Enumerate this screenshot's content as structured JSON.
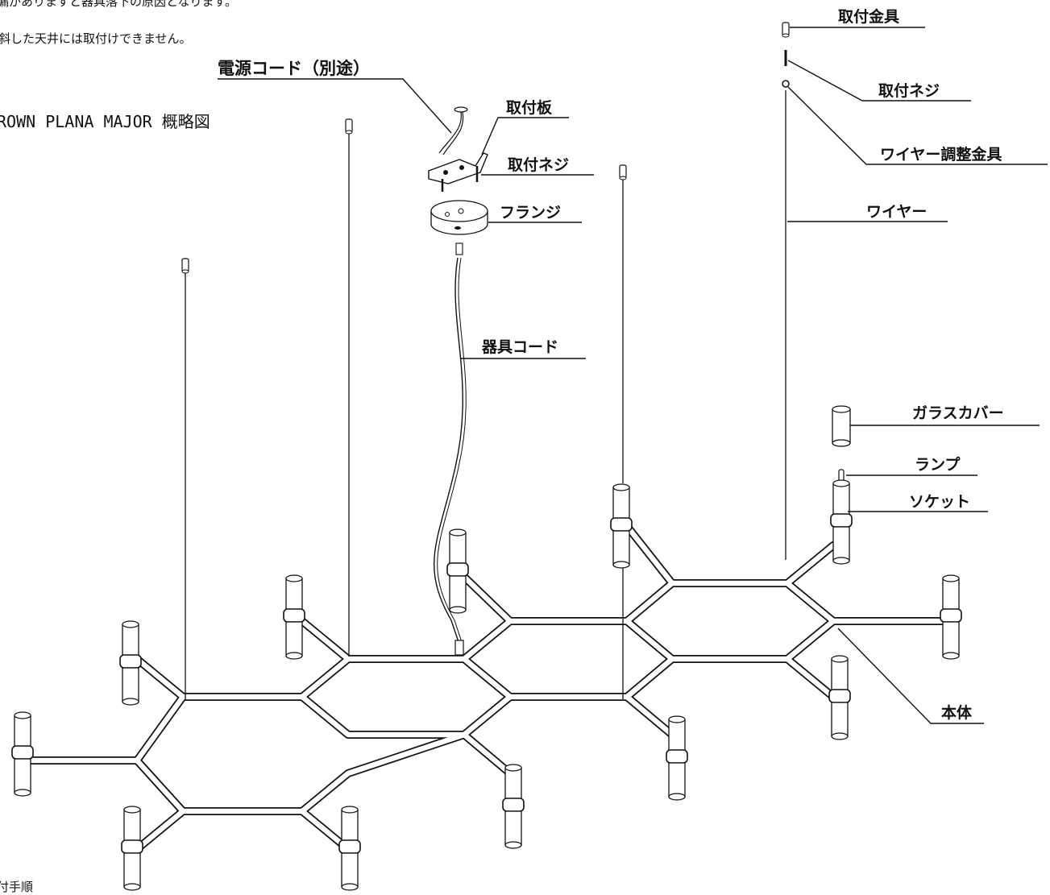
{
  "notes": {
    "line1": "漏がありますと器具落下の原因となります。",
    "line2": "斜した天井には取付けできません。",
    "bottom": "付手順"
  },
  "title": "ROWN PLANA MAJOR 概略図",
  "labels": {
    "mounting_hardware": "取付金具",
    "mounting_screw_top": "取付ネジ",
    "wire_adjuster": "ワイヤー調整金具",
    "wire": "ワイヤー",
    "power_cord": "電源コード（別途）",
    "mounting_plate": "取付板",
    "mounting_screw": "取付ネジ",
    "flange": "フランジ",
    "fixture_cord": "器具コード",
    "glass_cover": "ガラスカバー",
    "lamp": "ランプ",
    "socket": "ソケット",
    "body": "本体"
  }
}
